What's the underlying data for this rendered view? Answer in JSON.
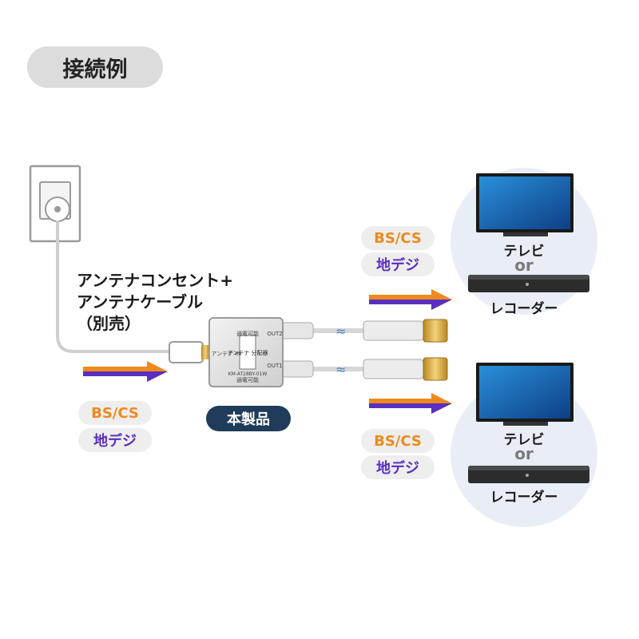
{
  "title": "接続例",
  "source": {
    "line1": "アンテナコンセント+",
    "line2": "アンテナケーブル",
    "line3": "（別売）"
  },
  "signals": {
    "bs_cs": "BS/CS",
    "chideji": "地デジ"
  },
  "product_label": "本製品",
  "splitter": {
    "in_label": "アンテナ IN",
    "name": "アンテナ 分配器",
    "out1": "OUT1",
    "out2": "OUT2",
    "model": "KM-AT28BY-01W",
    "pass_label": "通電可能"
  },
  "destinations": [
    {
      "tv": "テレビ",
      "or": "or",
      "recorder": "レコーダー"
    },
    {
      "tv": "テレビ",
      "or": "or",
      "recorder": "レコーダー"
    }
  ],
  "colors": {
    "orange": "#ee8a1c",
    "purple": "#5a2fc0",
    "product_pill": "#1f3c5a",
    "circle_bg": "#e9eef6",
    "pill_bg": "#eeeeee"
  }
}
